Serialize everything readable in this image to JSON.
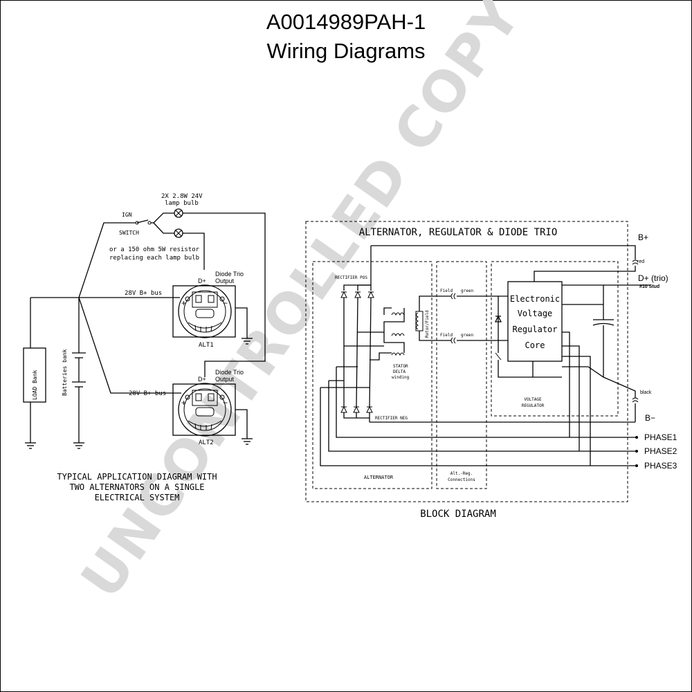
{
  "header": {
    "part_number": "A0014989PAH-1",
    "subtitle": "Wiring Diagrams"
  },
  "watermark": "UNCONTROLLED COPY",
  "application": {
    "lamp_label_1": "2X 2.8W 24V",
    "lamp_label_2": "lamp bulb",
    "ign": "IGN",
    "switch": "SWITCH",
    "resistor_note_1": "or a 150 ohm 5W resistor",
    "resistor_note_2": "replacing each lamp bulb",
    "diode_trio_1": "Diode Trio",
    "output_1": "Output",
    "d_plus_1": "D+",
    "bus_1": "28V B+ bus",
    "alt1": "ALT1",
    "diode_trio_2": "Diode Trio",
    "output_2": "Output",
    "d_plus_2": "D+",
    "bus_2": "28V B+ bus",
    "alt2": "ALT2",
    "load_bank": "LOAD Bank",
    "batteries_bank": "Batteries bank",
    "plus_1": "+",
    "minus_1": "−",
    "plus_2": "+",
    "minus_2": "−",
    "caption_1": "TYPICAL APPLICATION DIAGRAM WITH",
    "caption_2": "TWO ALTERNATORS ON A SINGLE",
    "caption_3": "ELECTRICAL SYSTEM"
  },
  "block": {
    "title": "ALTERNATOR, REGULATOR & DIODE TRIO",
    "rectifier_pos": "RECTIFIER POS",
    "rectifier_neg": "RECTIFIER NEG",
    "stator_1": "STATOR",
    "stator_2": "DELTA",
    "stator_3": "winding",
    "rotor_field": "Rotor/Field",
    "alternator": "ALTERNATOR",
    "alt_reg_1": "Alt.-Reg.",
    "alt_reg_2": "Connections",
    "field_1": "Field",
    "green_1": "green",
    "field_2": "Field",
    "green_2": "green",
    "reg_1": "Electronic",
    "reg_2": "Voltage",
    "reg_3": "Regulator",
    "reg_4": "Core",
    "voltage_regulator_1": "VOLTAGE",
    "voltage_regulator_2": "REGULATOR",
    "b_plus": "B+",
    "red": "red",
    "d_plus_trio": "D+ (trio)",
    "stud": "#10 Stud",
    "black": "black",
    "b_minus": "B−",
    "phase1": "PHASE1",
    "phase2": "PHASE2",
    "phase3": "PHASE3",
    "caption": "BLOCK DIAGRAM"
  }
}
